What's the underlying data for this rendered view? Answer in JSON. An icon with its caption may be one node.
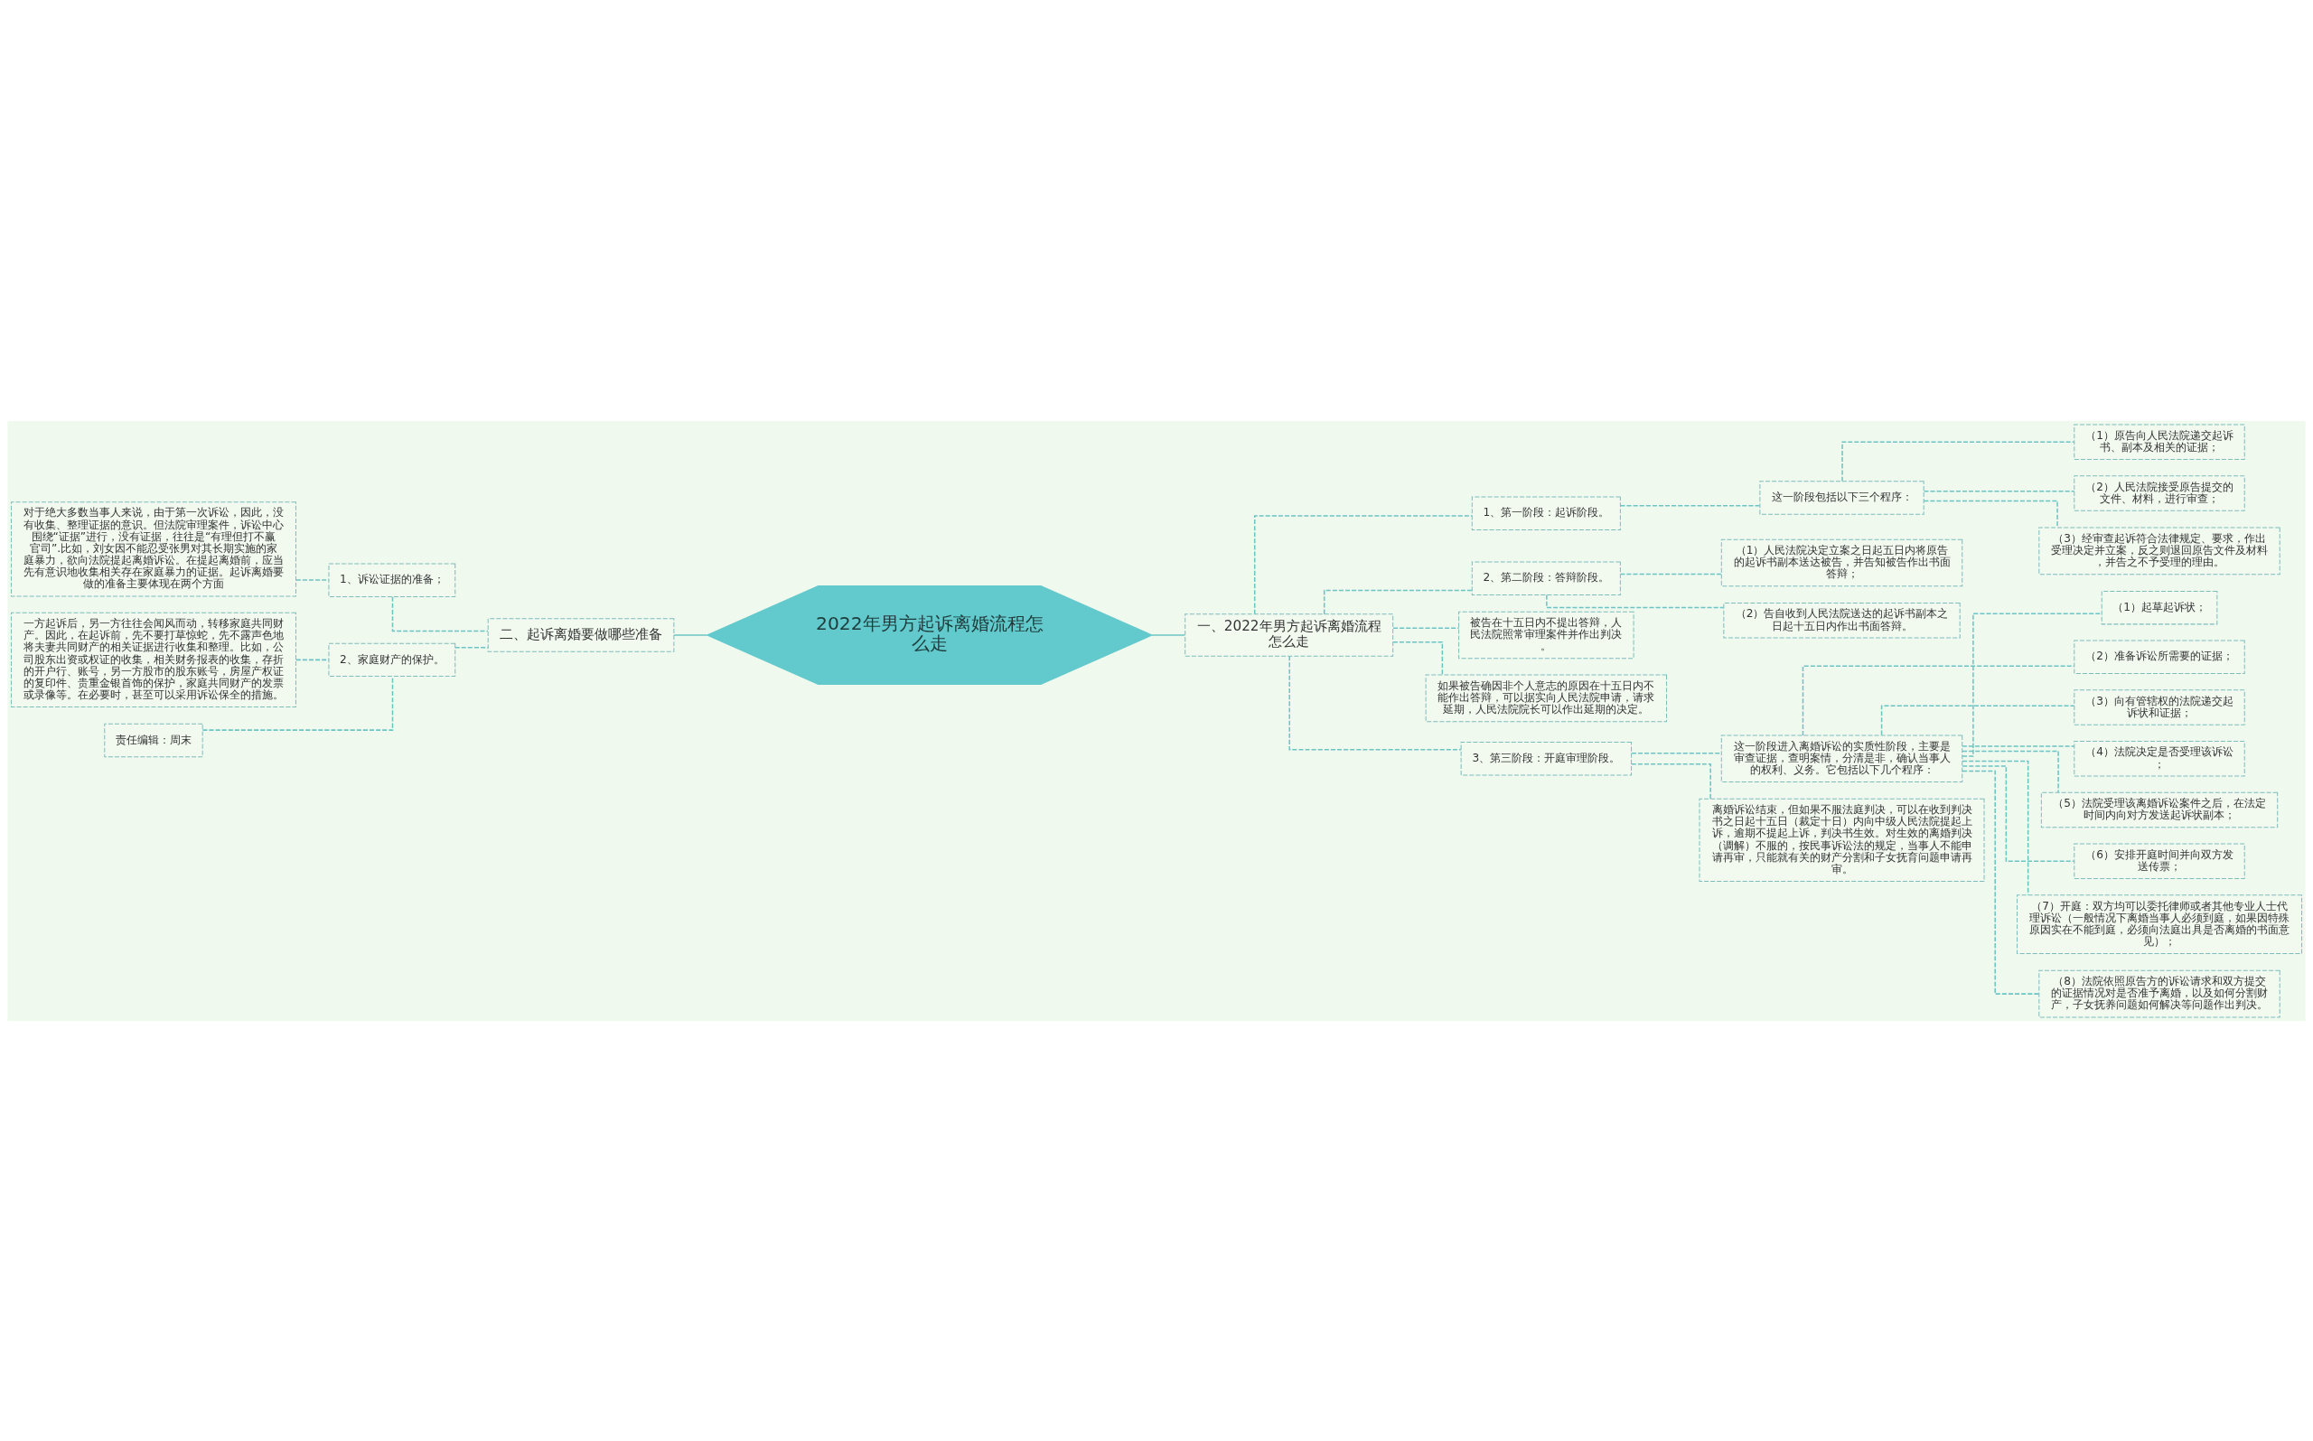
{
  "diagram": {
    "nodes": [
      {
        "text": [
          "2022年男方起诉离婚流程怎么走"
        ]
      },
      {
        "text": [
          "一、2022年男方起诉离婚流程怎么走"
        ]
      },
      {
        "text": [
          "1、第一阶段：起诉阶段。"
        ]
      },
      {
        "text": [
          "这一阶段包括以下三个程序："
        ]
      },
      {
        "text": [
          "（1）原告向人民法院递交起诉书、副本及相关的证据；"
        ]
      },
      {
        "text": [
          "（2）人民法院接受原告提交的文件、材料，进行审查；"
        ]
      },
      {
        "text": [
          "（3）经审查起诉符合法律规定、要求，作出受理决定并立案，反之则退回原告文件及材料，并告之不予受理的理由。"
        ]
      },
      {
        "text": [
          "2、第二阶段：答辩阶段。"
        ]
      },
      {
        "text": [
          "（1）人民法院决定立案之日起五日内将原告的起诉书副本送达被告，并告知被告作出书面答辩；"
        ]
      },
      {
        "text": [
          "（2）告自收到人民法院送达的起诉书副本之日起十五日内作出书面答辩。"
        ]
      },
      {
        "text": [
          "被告在十五日内不提出答辩，人民法院照常审理案件并作出判决。"
        ]
      },
      {
        "text": [
          "如果被告确因非个人意志的原因在十五日内不能作出答辩，可以据实向人民法院申请，请求延期，人民法院院长可以作出延期的决定。"
        ]
      },
      {
        "text": [
          "3、第三阶段：开庭审理阶段。"
        ]
      },
      {
        "text": [
          "这一阶段进入离婚诉讼的实质性阶段，主要是审查证据，查明案情，分清是非，确认当事人的权利、义务。它包括以下几个程序："
        ]
      },
      {
        "text": [
          "（1）起草起诉状；"
        ]
      },
      {
        "text": [
          "（2）准备诉讼所需要的证据；"
        ]
      },
      {
        "text": [
          "（3）向有管辖权的法院递交起诉状和证据；"
        ]
      },
      {
        "text": [
          "（4）法院决定是否受理该诉讼；"
        ]
      },
      {
        "text": [
          "（5）法院受理该离婚诉讼案件之后，在法定时间内向对方发送起诉状副本；"
        ]
      },
      {
        "text": [
          "（6）安排开庭时间并向双方发送传票；"
        ]
      },
      {
        "text": [
          "（7）开庭：双方均可以委托律师或者其他专业人士代理诉讼（一般情况下离婚当事人必须到庭，如果因特殊原因实在不能到庭，必须向法庭出具是否离婚的书面意见）；"
        ]
      },
      {
        "text": [
          "（8）法院依照原告方的诉讼请求和双方提交的证据情况对是否准予离婚，以及如何分割财产，子女抚养问题如何解决等问题作出判决。"
        ]
      },
      {
        "text": [
          "离婚诉讼结束，但如果不服法庭判决，可以在收到判决书之日起十五日（裁定十日）内向中级人民法院提起上诉，逾期不提起上诉，判决书生效。对生效的离婚判决（调解）不服的，按民事诉讼法的规定，当事人不能申请再审，只能就有关的财产分割和子女抚育问题申请再审。"
        ]
      },
      {
        "text": [
          "二、起诉离婚要做哪些准备"
        ]
      },
      {
        "text": [
          "1、诉讼证据的准备；"
        ]
      },
      {
        "text": [
          "对于绝大多数当事人来说，由于第一次诉讼，因此，没有收集、整理证据的意识。但法院审理案件，诉讼中心围绕“证据”进行，没有证据，往往是“有理但打不赢官司”.比如，刘女因不能忍受张男对其长期实施的家庭暴力，欲向法院提起离婚诉讼。在提起离婚前，应当先有意识地收集相关存在家庭暴力的证据。起诉离婚要做的准备主要体现在两个方面"
        ]
      },
      {
        "text": [
          "2、家庭财产的保护。"
        ]
      },
      {
        "text": [
          "一方起诉后，另一方往往会闻风而动，转移家庭共同财产。因此，在起诉前，先不要打草惊蛇，先不露声色地将夫妻共同财产的相关证据进行收集和整理。比如，公司股东出资或权证的收集，相关财务报表的收集，存折的开户行、账号，另一方股市的股东账号，房屋产权证的复印件、贵重金银首饰的保护，家庭共同财产的发票或录像等。在必要时，甚至可以采用诉讼保全的措施。"
        ]
      },
      {
        "text": [
          "责任编辑：周末"
        ]
      }
    ],
    "edges": [
      {
        "from": 0,
        "to": 1,
        "arrow": "none"
      },
      {
        "from": 1,
        "to": 2,
        "arrow": "none",
        "style": "dashed"
      },
      {
        "from": 2,
        "to": 3,
        "arrow": "none",
        "style": "dashed"
      },
      {
        "from": 3,
        "to": 4,
        "arrow": "none",
        "style": "dashed"
      },
      {
        "from": 3,
        "to": 5,
        "arrow": "none",
        "style": "dashed"
      },
      {
        "from": 3,
        "to": 6,
        "arrow": "none",
        "style": "dashed"
      },
      {
        "from": 1,
        "to": 7,
        "arrow": "none",
        "style": "dashed"
      },
      {
        "from": 7,
        "to": 8,
        "arrow": "none",
        "style": "dashed"
      },
      {
        "from": 7,
        "to": 9,
        "arrow": "none",
        "style": "dashed"
      },
      {
        "from": 1,
        "to": 10,
        "arrow": "none",
        "style": "dashed"
      },
      {
        "from": 1,
        "to": 11,
        "arrow": "none",
        "style": "dashed"
      },
      {
        "from": 1,
        "to": 12,
        "arrow": "none",
        "style": "dashed"
      },
      {
        "from": 12,
        "to": 13,
        "arrow": "none",
        "style": "dashed"
      },
      {
        "from": 13,
        "to": 14,
        "arrow": "none",
        "style": "dashed"
      },
      {
        "from": 13,
        "to": 15,
        "arrow": "none",
        "style": "dashed"
      },
      {
        "from": 13,
        "to": 16,
        "arrow": "none",
        "style": "dashed"
      },
      {
        "from": 13,
        "to": 17,
        "arrow": "none",
        "style": "dashed"
      },
      {
        "from": 13,
        "to": 18,
        "arrow": "none",
        "style": "dashed"
      },
      {
        "from": 13,
        "to": 19,
        "arrow": "none",
        "style": "dashed"
      },
      {
        "from": 13,
        "to": 20,
        "arrow": "none",
        "style": "dashed"
      },
      {
        "from": 13,
        "to": 21,
        "arrow": "none",
        "style": "dashed"
      },
      {
        "from": 12,
        "to": 22,
        "arrow": "none",
        "style": "dashed"
      },
      {
        "from": 0,
        "to": 23,
        "arrow": "none"
      },
      {
        "from": 23,
        "to": 24,
        "arrow": "none",
        "style": "dashed"
      },
      {
        "from": 24,
        "to": 25,
        "arrow": "none",
        "style": "dashed"
      },
      {
        "from": 23,
        "to": 26,
        "arrow": "none",
        "style": "dashed"
      },
      {
        "from": 26,
        "to": 27,
        "arrow": "none",
        "style": "dashed"
      },
      {
        "from": 26,
        "to": 28,
        "arrow": "none",
        "style": "dashed"
      }
    ]
  }
}
